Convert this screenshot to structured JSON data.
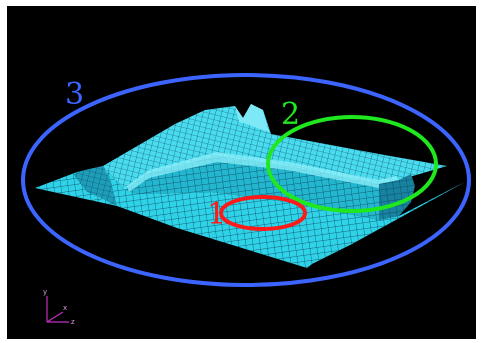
{
  "viewer": {
    "background": "#000000"
  },
  "mesh": {
    "fill": "#2fd3e8",
    "fill_shadow": "#1d8fa8",
    "line": "#0b3f5c",
    "top": "#6fe3f2"
  },
  "regions": [
    {
      "label": "1",
      "color": "#ff1a1a"
    },
    {
      "label": "2",
      "color": "#1fe81f"
    },
    {
      "label": "3",
      "color": "#3c64ff"
    }
  ],
  "triad": {
    "y_label": "y",
    "x_label": "x",
    "z_label": "z",
    "color": "#c02fc0"
  }
}
